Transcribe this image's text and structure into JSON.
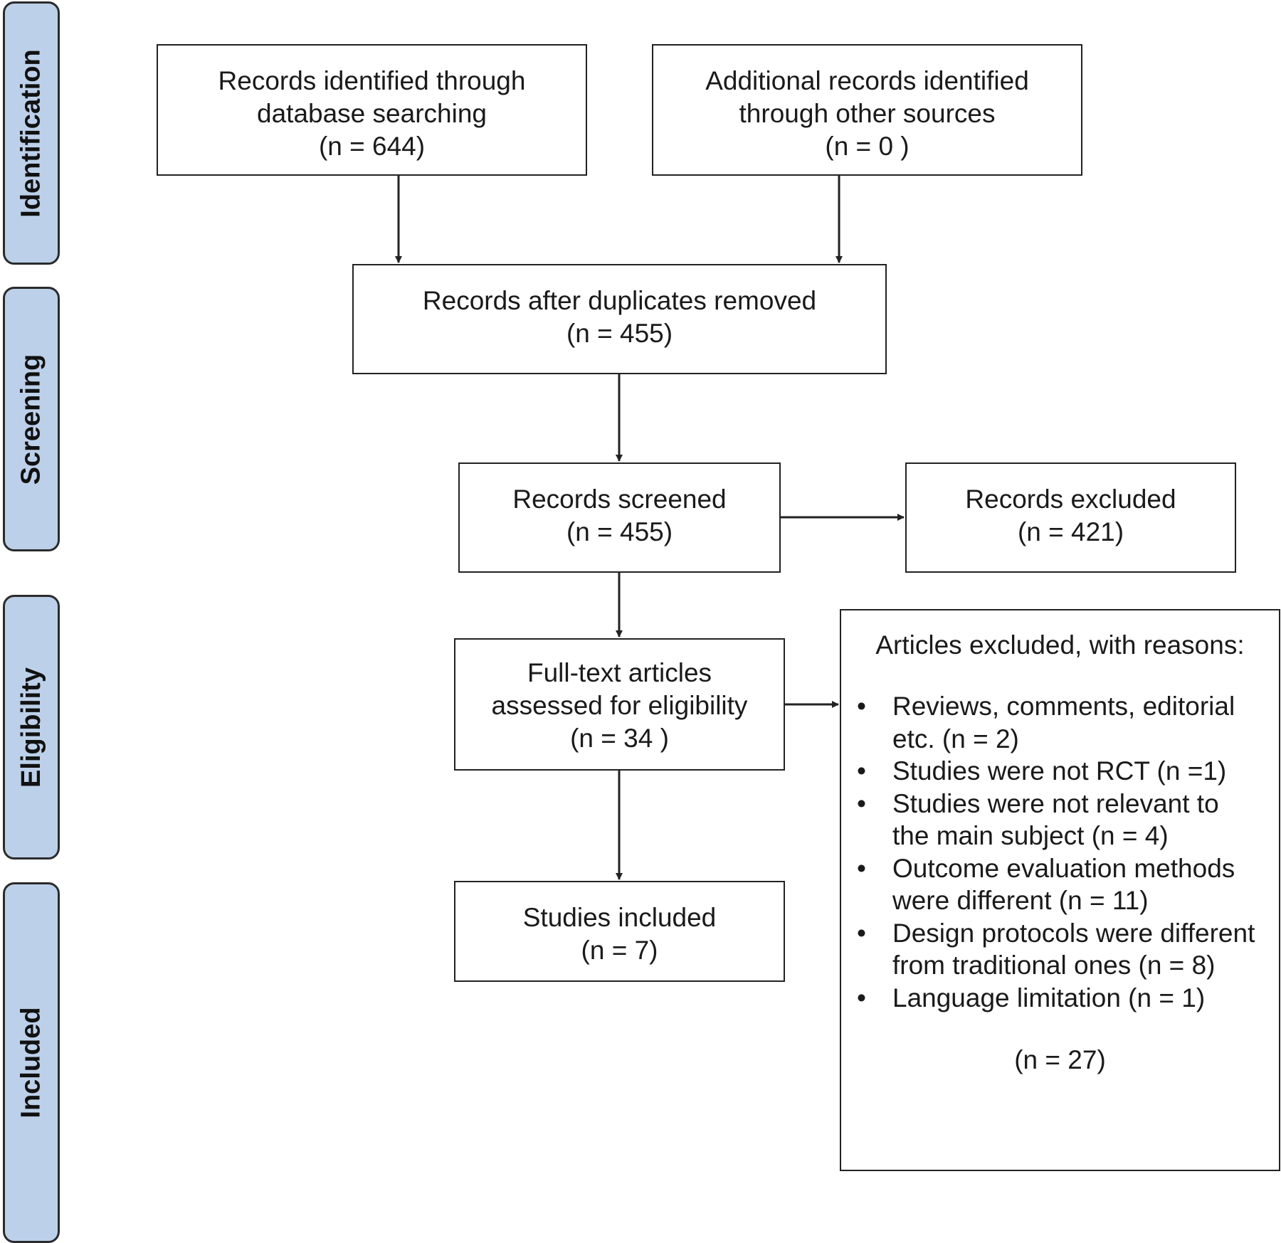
{
  "stages": {
    "identification": "Identification",
    "screening": "Screening",
    "eligibility": "Eligibility",
    "included": "Included"
  },
  "boxes": {
    "database_search": {
      "line1": "Records identified through",
      "line2": "database searching",
      "line3": "(n = 644)"
    },
    "other_sources": {
      "line1": "Additional records identified",
      "line2": "through other sources",
      "line3": "(n = 0 )"
    },
    "duplicates_removed": {
      "line1": "Records after duplicates removed",
      "line2": "(n = 455)"
    },
    "screened": {
      "line1": "Records screened",
      "line2": "(n = 455)"
    },
    "excluded": {
      "line1": "Records excluded",
      "line2": "(n = 421)"
    },
    "full_text": {
      "line1": "Full-text articles",
      "line2": "assessed for eligibility",
      "line3": "(n = 34 )"
    },
    "included": {
      "line1": "Studies included",
      "line2": "(n = 7)"
    }
  },
  "exclusion_reasons": {
    "title": "Articles excluded, with reasons:",
    "bullet": "•",
    "items": [
      "Reviews, comments, editorial\netc. (n = 2)",
      "Studies were not RCT  (n =1)",
      "Studies were not relevant to\nthe main subject (n = 4)",
      "Outcome evaluation methods\nwere different (n = 11)",
      "Design protocols were different\nfrom traditional ones (n = 8)",
      "Language limitation (n = 1)"
    ],
    "total": "(n = 27)"
  },
  "colors": {
    "stage_fill": "#bcd0ea",
    "stroke": "#222222"
  }
}
